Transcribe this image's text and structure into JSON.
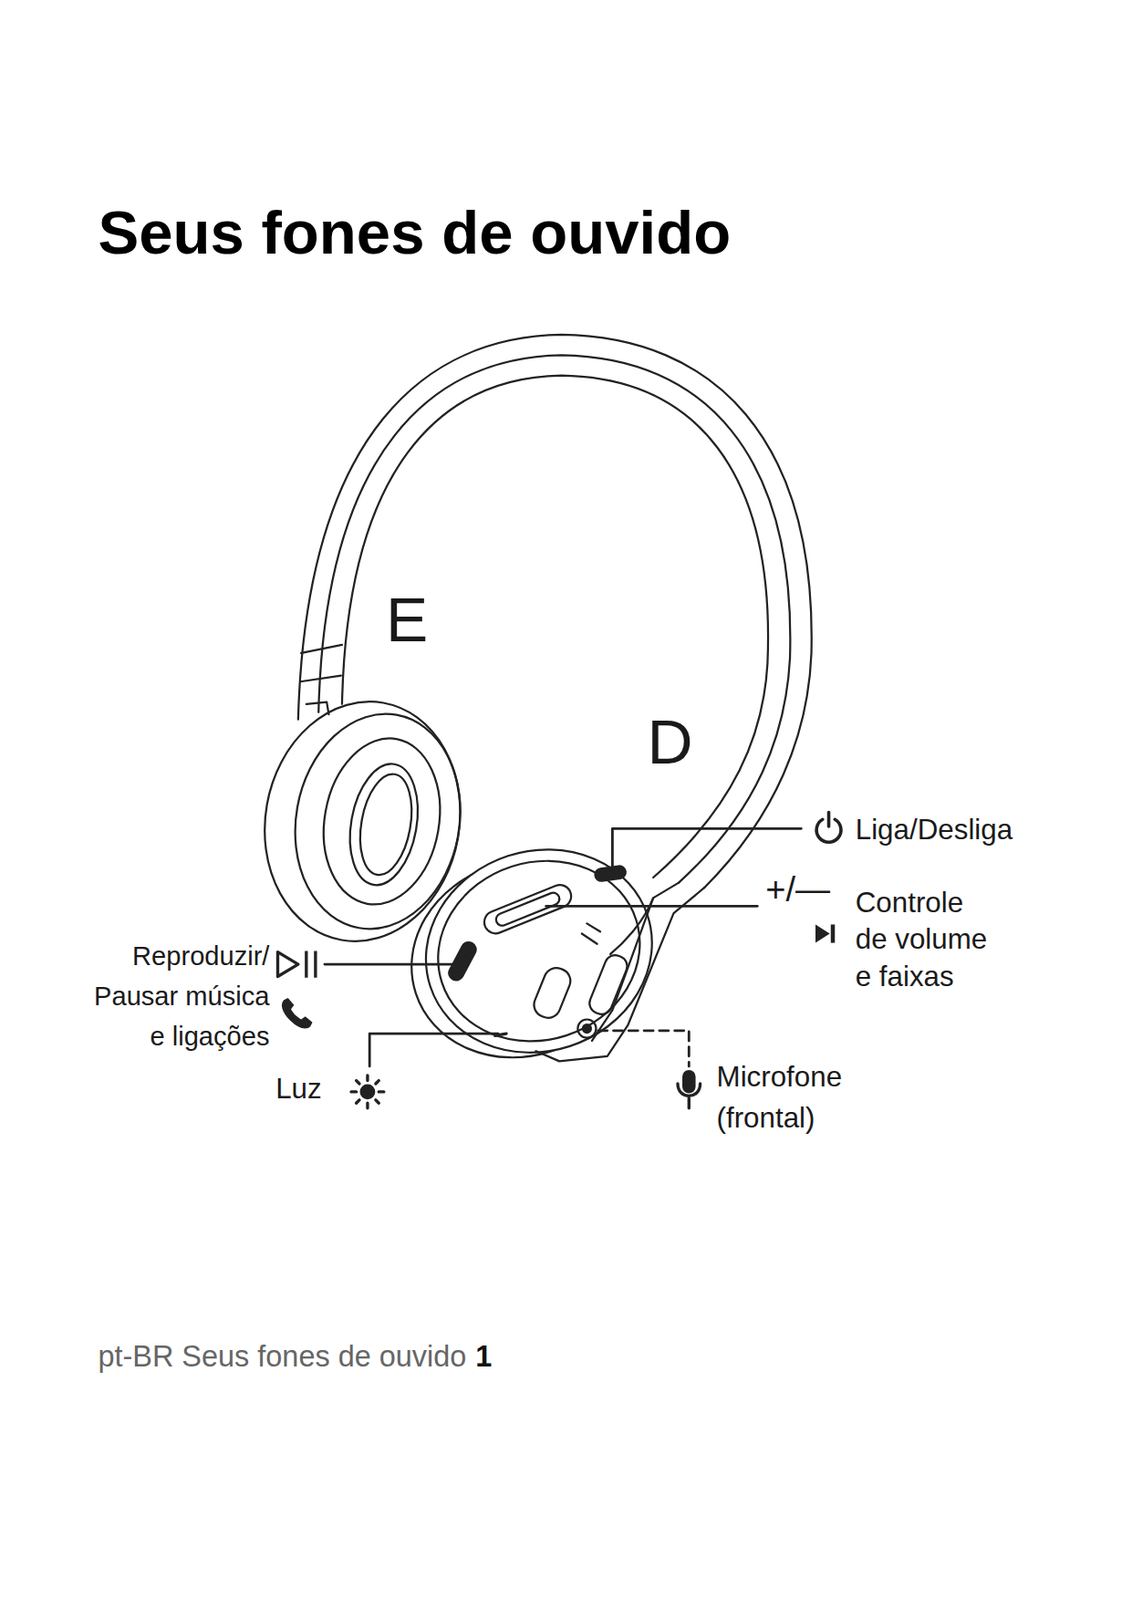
{
  "diagram": {
    "title": "Seus fones de ouvido",
    "labels": [
      "E",
      "D",
      "Liga/Desliga",
      "+/—",
      "Controle de volume e faixas",
      "Reproduzir/ Pausar música e ligações",
      "Luz",
      "Microfone (frontal)",
      "pt-BR Seus fones de ouvido",
      "1"
    ]
  }
}
